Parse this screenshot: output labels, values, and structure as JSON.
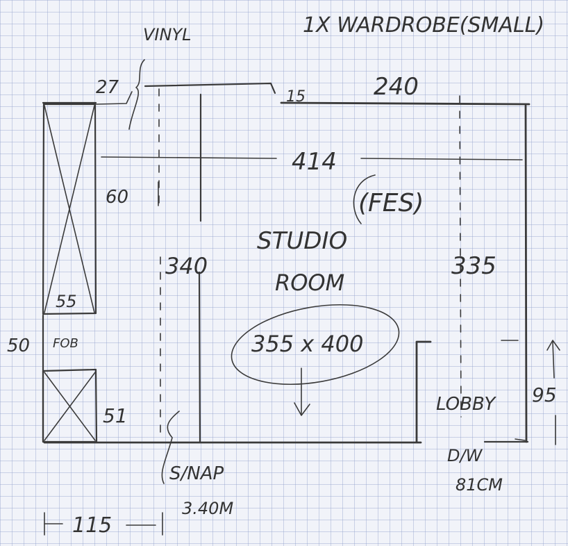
{
  "header": {
    "wardrobe_note": "1X WARDROBE(SMALL)",
    "vinyl_label": "VINYL"
  },
  "dimensions": {
    "corner_27": "27",
    "top_15": "15",
    "top_240": "240",
    "width_414": "414",
    "fes": "(FES)",
    "depth_60": "60",
    "height_340": "340",
    "height_335": "335",
    "wardrobe_55": "55",
    "wall_50": "50",
    "wall_51": "51",
    "height_95": "95",
    "bottom_115": "115"
  },
  "room": {
    "name_line1": "STUDIO",
    "name_line2": "ROOM",
    "size": "355 x 400"
  },
  "labels": {
    "fob": "FOB",
    "lobby": "LOBBY",
    "dw": "D/W",
    "dw_size": "81CM",
    "snap": "S/NAP",
    "snap_size": "3.40M"
  }
}
